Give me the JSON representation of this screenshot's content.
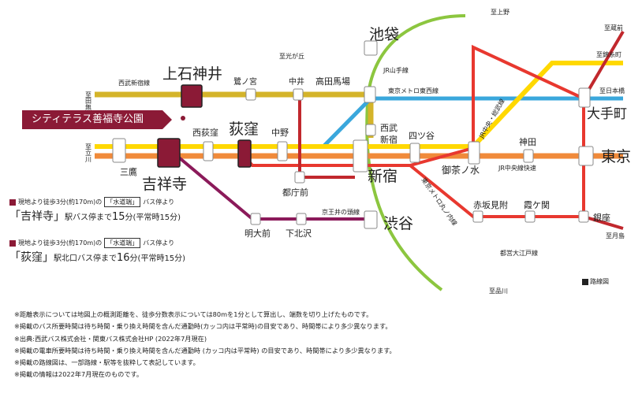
{
  "property_name": "シティテラス善福寺公園",
  "stations": {
    "kamishakujii": "上石神井",
    "saginomiya": "鷺ノ宮",
    "nakai": "中井",
    "takadanobaba": "高田馬場",
    "ikebukuro": "池袋",
    "nishiogikubo": "西荻窪",
    "ogikubo": "荻窪",
    "nakano": "中野",
    "seibushinjuku": "西武\n新宿",
    "yotsuya": "四ツ谷",
    "ochanomizu": "御茶ノ水",
    "kanda": "神田",
    "tokyo": "東京",
    "otemachi": "大手町",
    "mitaka": "三鷹",
    "kichijoji": "吉祥寺",
    "shinjuku": "新宿",
    "tochomae": "都庁前",
    "akasakamitsuke": "赤坂見附",
    "kasumigaseki": "霞ケ関",
    "ginza": "銀座",
    "meidaimae": "明大前",
    "shimokitazawa": "下北沢",
    "shibuya": "渋谷"
  },
  "line_names": {
    "seibu_shinjuku": "西武新宿線",
    "jr_yamanote": "JR山手線",
    "tozai": "東京メトロ東西線",
    "chuo_sobu": "JR中央・総武線",
    "chuo_rapid": "JR中央線快速",
    "marunouchi": "東京メトロ丸ノ内線",
    "inokashira": "京王井の頭線",
    "oedo": "都営大江戸線"
  },
  "directions": {
    "ueno": "至上野",
    "kuramae": "至蔵前",
    "kinshicho": "至錦糸町",
    "nihonbashi": "至日本橋",
    "hikarigaoka": "至光が丘",
    "tanashi": "至田無",
    "tachikawa": "至立川",
    "tsukishima": "至月島",
    "shinagawa": "至品川"
  },
  "access": [
    {
      "route_note_prefix": "現地より徒歩3分(約170m)の",
      "bus_stop": "「水道端」",
      "route_note_suffix": "バス停より",
      "station": "「吉祥寺」",
      "station_suffix": "駅",
      "bus_text": "バス停まで",
      "minutes": "15",
      "minutes_unit": "分",
      "normal": "(平常時15分)"
    },
    {
      "route_note_prefix": "現地より徒歩3分(約170m)の",
      "bus_stop": "「水道端」",
      "route_note_suffix": "バス停より",
      "station": "「荻窪」",
      "station_suffix": "駅",
      "bus_text": "北口バス停まで",
      "minutes": "16",
      "minutes_unit": "分",
      "normal": "(平常時15分)"
    }
  ],
  "legend": "路線図",
  "notes": [
    "※距離表示については地図上の概測距離を、徒歩分数表示については80mを1分として算出し、端数を切り上げたものです。",
    "※掲載のバス所要時間は待ち時間・乗り換え時間を含んだ通勤時(カッコ内は平常時)の目安であり、時間帯により多少異なります。",
    "※出典:西武バス株式会社・関東バス株式会社HP (2022年7月現在)",
    "※掲載の電車所要時間は待ち時間・乗り換え時間を含んだ通勤時 (カッコ内は平常時) の目安であり、時間帯により多少異なります。",
    "※掲載の路線図は、一部路線・駅等を抜粋して表記しています。",
    "※掲載の情報は2022年7月現在のものです。"
  ],
  "colors": {
    "seibu": "#d4b42a",
    "yamanote": "#8cc63f",
    "tozai": "#3aa7dc",
    "chuo_rapid": "#f08a3a",
    "chuo_sobu": "#ffd800",
    "marunouchi": "#e8382f",
    "oedo": "#c1282d",
    "inokashira": "#8b1a5a",
    "brand": "#8b1a36"
  }
}
